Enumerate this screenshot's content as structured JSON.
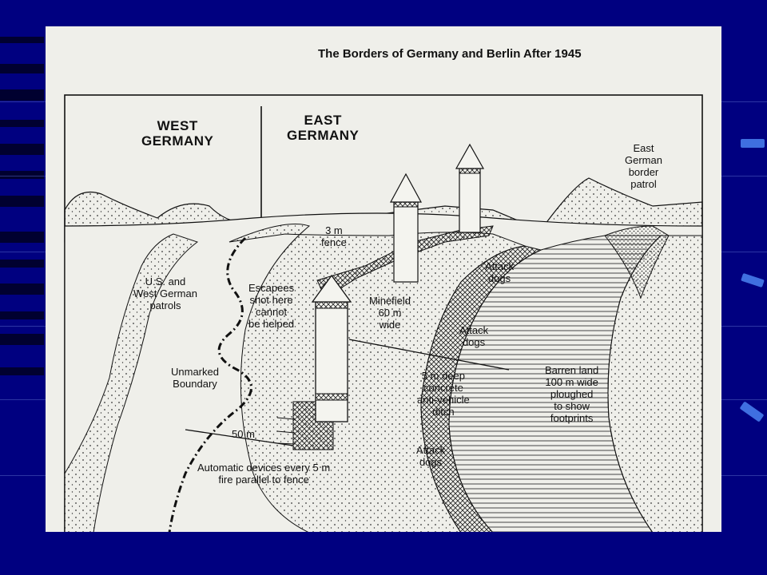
{
  "slide": {
    "title": "The Borders of Germany and Berlin After 1945"
  },
  "diagram": {
    "regions": {
      "west": "WEST\nGERMANY",
      "east": "EAST\nGERMANY"
    },
    "labels": {
      "east_patrol": "East\nGerman\nborder\npatrol",
      "fence": "3 m\nfence",
      "us_patrols": "U.S. and\nWest German\npatrols",
      "escapees": "Escapees\nshot here\ncannot\nbe helped",
      "minefield": "Minefield\n60 m\nwide",
      "dogs_top": "Attack\ndogs",
      "dogs_mid": "Attack\ndogs",
      "dogs_bottom": "Attack\ndogs",
      "boundary": "Unmarked\nBoundary",
      "ditch": "5 m deep\nconcrete\nanti-vehicle\nditch",
      "barren": "Barren land\n100 m wide\nploughed\nto show\nfootprints",
      "distance": "50 m",
      "devices": "Automatic devices every 5 m\nfire parallel to fence"
    }
  }
}
